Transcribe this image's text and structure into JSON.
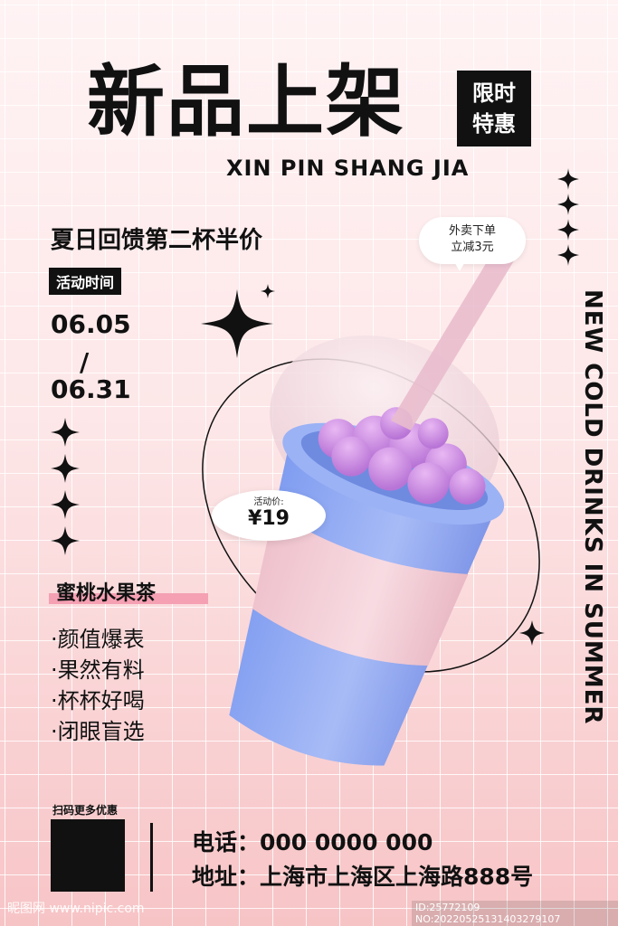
{
  "header": {
    "title_cn": "新品上架",
    "limited_line1": "限时",
    "limited_line2": "特惠",
    "title_en": "XIN PIN SHANG JIA"
  },
  "promo": {
    "headline": "夏日回馈第二杯半价",
    "event_label": "活动时间",
    "date_start": "06.05",
    "date_sep": "/",
    "date_end": "06.31"
  },
  "side_text": "NEW COLD DRINKS IN SUMMER",
  "bubble": {
    "line1": "外卖下单",
    "line2": "立减3元"
  },
  "price": {
    "label": "活动价:",
    "value": "¥19"
  },
  "product": {
    "name": "蜜桃水果茶",
    "features": [
      "·颜值爆表",
      "·果然有料",
      "·杯杯好喝",
      "·闭眼盲选"
    ]
  },
  "footer": {
    "scan_label": "扫码更多优惠",
    "phone": "电话：000 0000 000",
    "address": "地址：上海市上海区上海路888号"
  },
  "watermark": {
    "site": "昵图网 www.nipic.com",
    "id": "ID:25772109 NO:20220525131403279107"
  },
  "colors": {
    "bg_top": "#fff3f4",
    "bg_bottom": "#f7c4c6",
    "ink": "#111111",
    "cup_blue": "#8fa8f2",
    "cup_sleeve": "#f3c9d2",
    "boba_purple": "#c98ae0",
    "highlight_pink": "#f5a0b3"
  }
}
